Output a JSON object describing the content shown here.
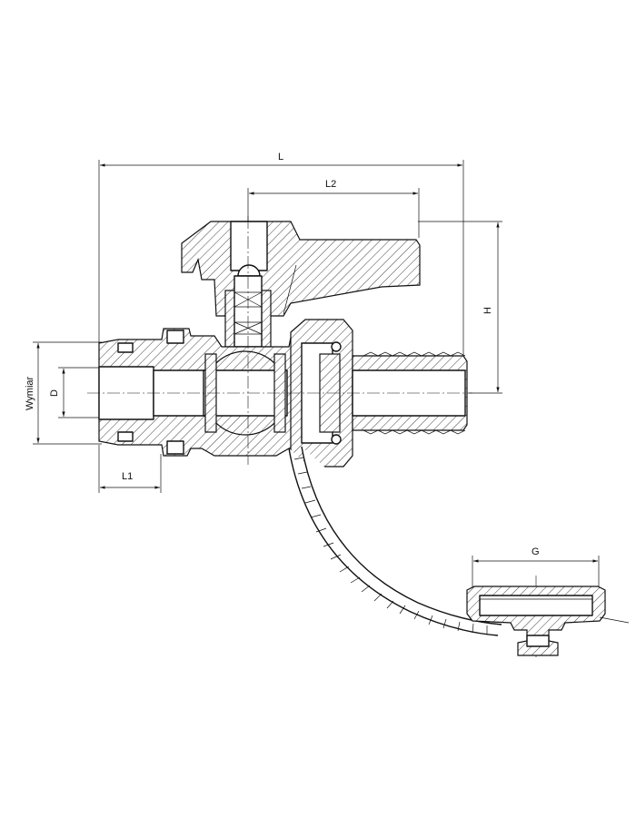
{
  "drawing": {
    "dimensions": {
      "L": "L",
      "L2": "L2",
      "H": "H",
      "Wymiar": "Wymiar",
      "D": "D",
      "L1": "L1",
      "G": "G"
    },
    "colors": {
      "line": "#111111",
      "background": "#ffffff"
    }
  }
}
